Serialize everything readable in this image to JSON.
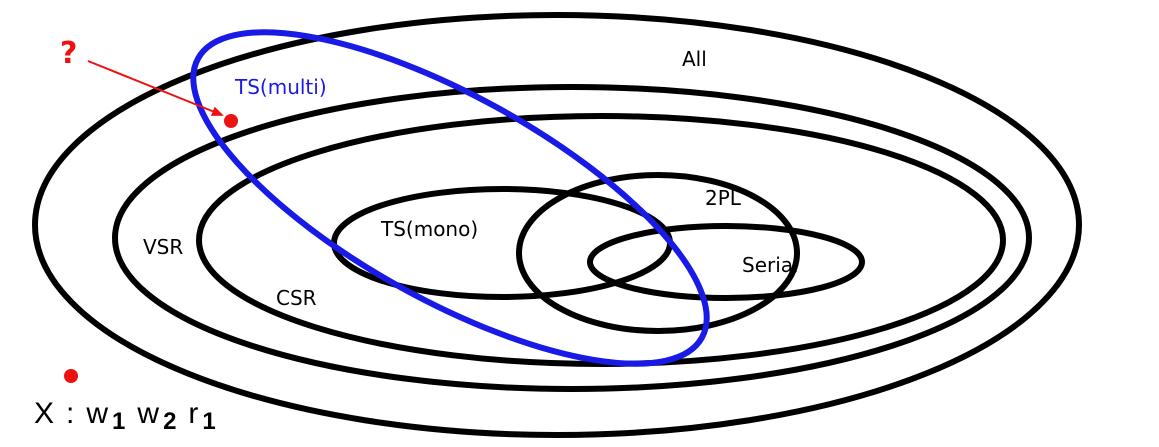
{
  "diagram": {
    "sets": {
      "all": "All",
      "vsr": "VSR",
      "csr": "CSR",
      "two_pl": "2PL",
      "serial": "Serial",
      "ts_mono": "TS(mono)",
      "ts_multi": "TS(multi)"
    },
    "question_mark": "?",
    "schedule": {
      "name": "X",
      "separator": ":",
      "ops": [
        {
          "letter": "w",
          "index": "1"
        },
        {
          "letter": "w",
          "index": "2"
        },
        {
          "letter": "r",
          "index": "1"
        }
      ]
    },
    "colors": {
      "outline": "#000000",
      "ts_multi": "#1a1ae6",
      "highlight": "#ee1111"
    }
  }
}
